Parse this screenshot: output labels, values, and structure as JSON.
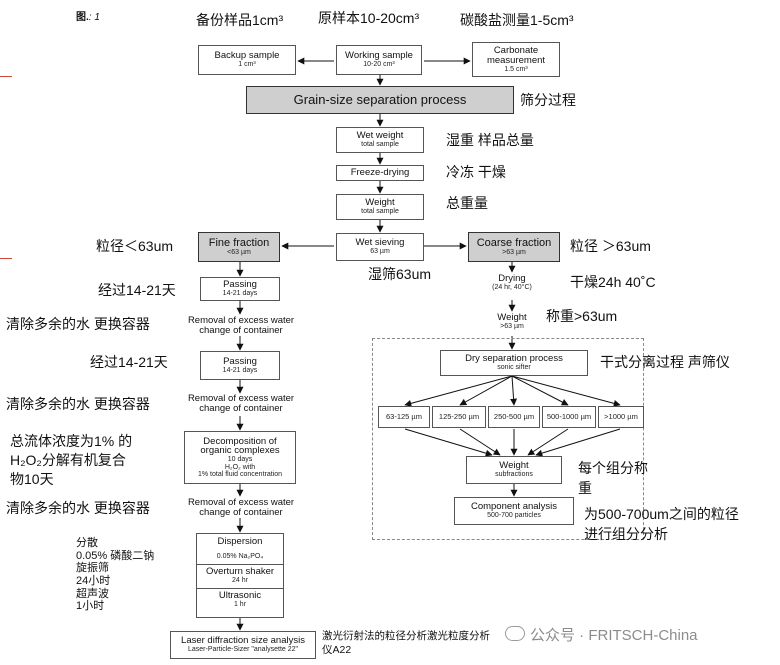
{
  "figure": {
    "prefix": "图.",
    "number": ": 1"
  },
  "top": {
    "backup": {
      "title": "Backup sample",
      "sub": "1 cm³",
      "cn": "备份样品1cm³"
    },
    "working": {
      "title": "Working sample",
      "sub": "10-20 cm³",
      "cn": "原样本10-20cm³"
    },
    "carbonate": {
      "title": "Carbonate",
      "title2": "measurement",
      "sub": "1.5 cm³",
      "cn": "碳酸盐测量1-5cm³"
    }
  },
  "grain": {
    "title": "Grain-size separation process",
    "cn": "筛分过程"
  },
  "wet_weight": {
    "title": "Wet weight",
    "sub": "total sample",
    "cn": "湿重 样品总量"
  },
  "freeze": {
    "title": "Freeze-drying",
    "cn": "冷冻 干燥"
  },
  "weight": {
    "title": "Weight",
    "sub": "total sample",
    "cn": "总重量"
  },
  "wet_sieving": {
    "title": "Wet sieving",
    "sub": "63 µm",
    "cn": "湿筛63um"
  },
  "fine": {
    "title": "Fine fraction",
    "sub": "<63 µm",
    "cn": "粒径＜63um"
  },
  "coarse": {
    "title": "Coarse fraction",
    "sub": ">63 µm",
    "cn": "粒径 ＞63um"
  },
  "drying": {
    "title": "Drying",
    "sub": "(24 hr, 40°C)",
    "cn": "干燥24h 40˚C"
  },
  "weight_coarse": {
    "title": "Weight",
    "sub": ">63 µm",
    "cn": "称重>63um"
  },
  "dry_sep": {
    "title": "Dry separation process",
    "sub": "sonic sifter",
    "cn": "干式分离过程 声筛仪"
  },
  "sizes": [
    "63-125 µm",
    "125-250 µm",
    "250-500 µm",
    "500-1000 µm",
    ">1000 µm"
  ],
  "weight_sub": {
    "title": "Weight",
    "sub": "subfractions",
    "cn1": "每个组分称",
    "cn2": "重"
  },
  "component": {
    "title": "Component analysis",
    "sub": "500-700 particles",
    "cn1": "为500-700um之间的粒径",
    "cn2": "进行组分分析"
  },
  "passing1": {
    "title": "Passing",
    "sub": "14-21 days",
    "cn": "经过14-21天"
  },
  "removal1": {
    "line1": "Removal of excess water",
    "line2": "change of container",
    "cn": "清除多余的水 更换容器"
  },
  "passing2": {
    "title": "Passing",
    "sub": "14-21 days",
    "cn": "经过14-21天"
  },
  "removal2": {
    "line1": "Removal of excess water",
    "line2": "change of container",
    "cn": "清除多余的水 更换容器"
  },
  "decomp": {
    "line1": "Decomposition of",
    "line2": "organic complexes",
    "sub1": "10 days",
    "sub2": "H₂O₂  with",
    "sub3": "1% total fluid concentration",
    "cn1": "总流体浓度为1% 的",
    "cn2": "H₂O₂分解有机复合",
    "cn3": "物10天"
  },
  "removal3": {
    "line1": "Removal of excess water",
    "line2": "change of container",
    "cn": "清除多余的水 更换容器"
  },
  "dispersion": {
    "title": "Dispersion",
    "sub": "0.05% Na₂PO₄"
  },
  "overturn": {
    "title": "Overturn shaker",
    "sub": "24 hr"
  },
  "ultrasonic": {
    "title": "Ultrasonic",
    "sub": "1 hr"
  },
  "dispersion_cn": [
    "分散",
    "0.05% 磷酸二钠",
    "旋振筛",
    "24小时",
    "超声波",
    "1小时"
  ],
  "laser": {
    "title": "Laser diffraction size analysis",
    "sub": "Laser-Particle-Sizer \"analysette 22\"",
    "cn1": "激光衍射法的粒径分析激光粒度分析",
    "cn2": "仪A22"
  },
  "watermark": "公众号 · FRITSCH-China"
}
